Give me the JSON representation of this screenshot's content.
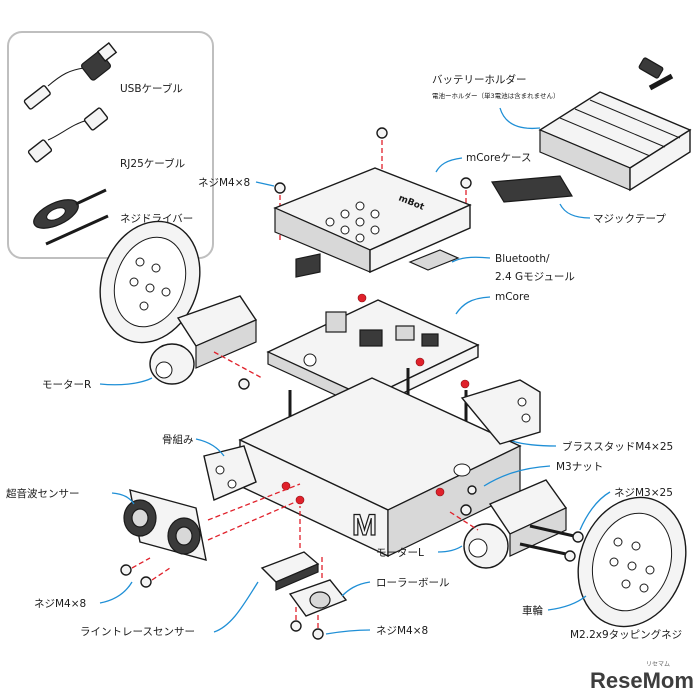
{
  "labels": {
    "usb_cable": "USBケーブル",
    "rj25_cable": "RJ25ケーブル",
    "screwdriver": "ネジドライバー",
    "battery_holder": "バッテリーホルダー",
    "battery_holder_note": "電池ーホルダー（単3電池は含まれません）",
    "screw_m4x8_top": "ネジM4×8",
    "mcore_case": "mCoreケース",
    "magic_tape": "マジックテープ",
    "bluetooth_module_line1": "Bluetooth/",
    "bluetooth_module_line2": "2.4 Gモジュール",
    "mcore": "mCore",
    "motor_r": "モーターR",
    "frame": "骨組み",
    "brass_standoff": "ブラススタッドM4×25",
    "m3_nut": "M3ナット",
    "screw_m3x25": "ネジM3×25",
    "ultrasonic_sensor": "超音波センサー",
    "motor_l": "モーターL",
    "screw_m4x8_left": "ネジM4×8",
    "roller_ball": "ローラーボール",
    "wheel": "車輪",
    "line_trace_sensor": "ライントレースセンサー",
    "screw_m4x8_bottom": "ネジM4×8",
    "tapping_screw": "M2.2x9タッピングネジ"
  },
  "board_text": "mBot",
  "watermark": {
    "brand": "ReseMom",
    "ruby": "リセマム"
  },
  "colors": {
    "leader": "#1f8fd6",
    "assembly_dash": "#e0212b",
    "line_art": "#1a1a1a",
    "inset_border": "#bfbfbf"
  }
}
